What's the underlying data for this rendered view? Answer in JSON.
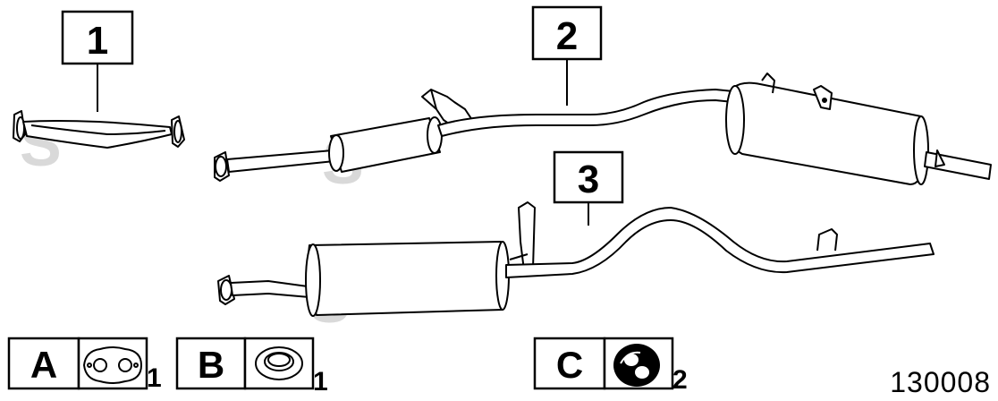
{
  "callouts": [
    {
      "label": "1"
    },
    {
      "label": "2"
    },
    {
      "label": "3"
    }
  ],
  "parts_key": [
    {
      "letter": "A",
      "icon": "flange-gasket-icon",
      "quantity": "1"
    },
    {
      "letter": "B",
      "icon": "ring-gasket-icon",
      "quantity": "1"
    },
    {
      "letter": "C",
      "icon": "rubber-hanger-icon",
      "quantity": "2"
    }
  ],
  "drawing_number": "130008",
  "watermark": "S",
  "colors": {
    "line": "#000000",
    "watermark": "#d9d9d9"
  }
}
